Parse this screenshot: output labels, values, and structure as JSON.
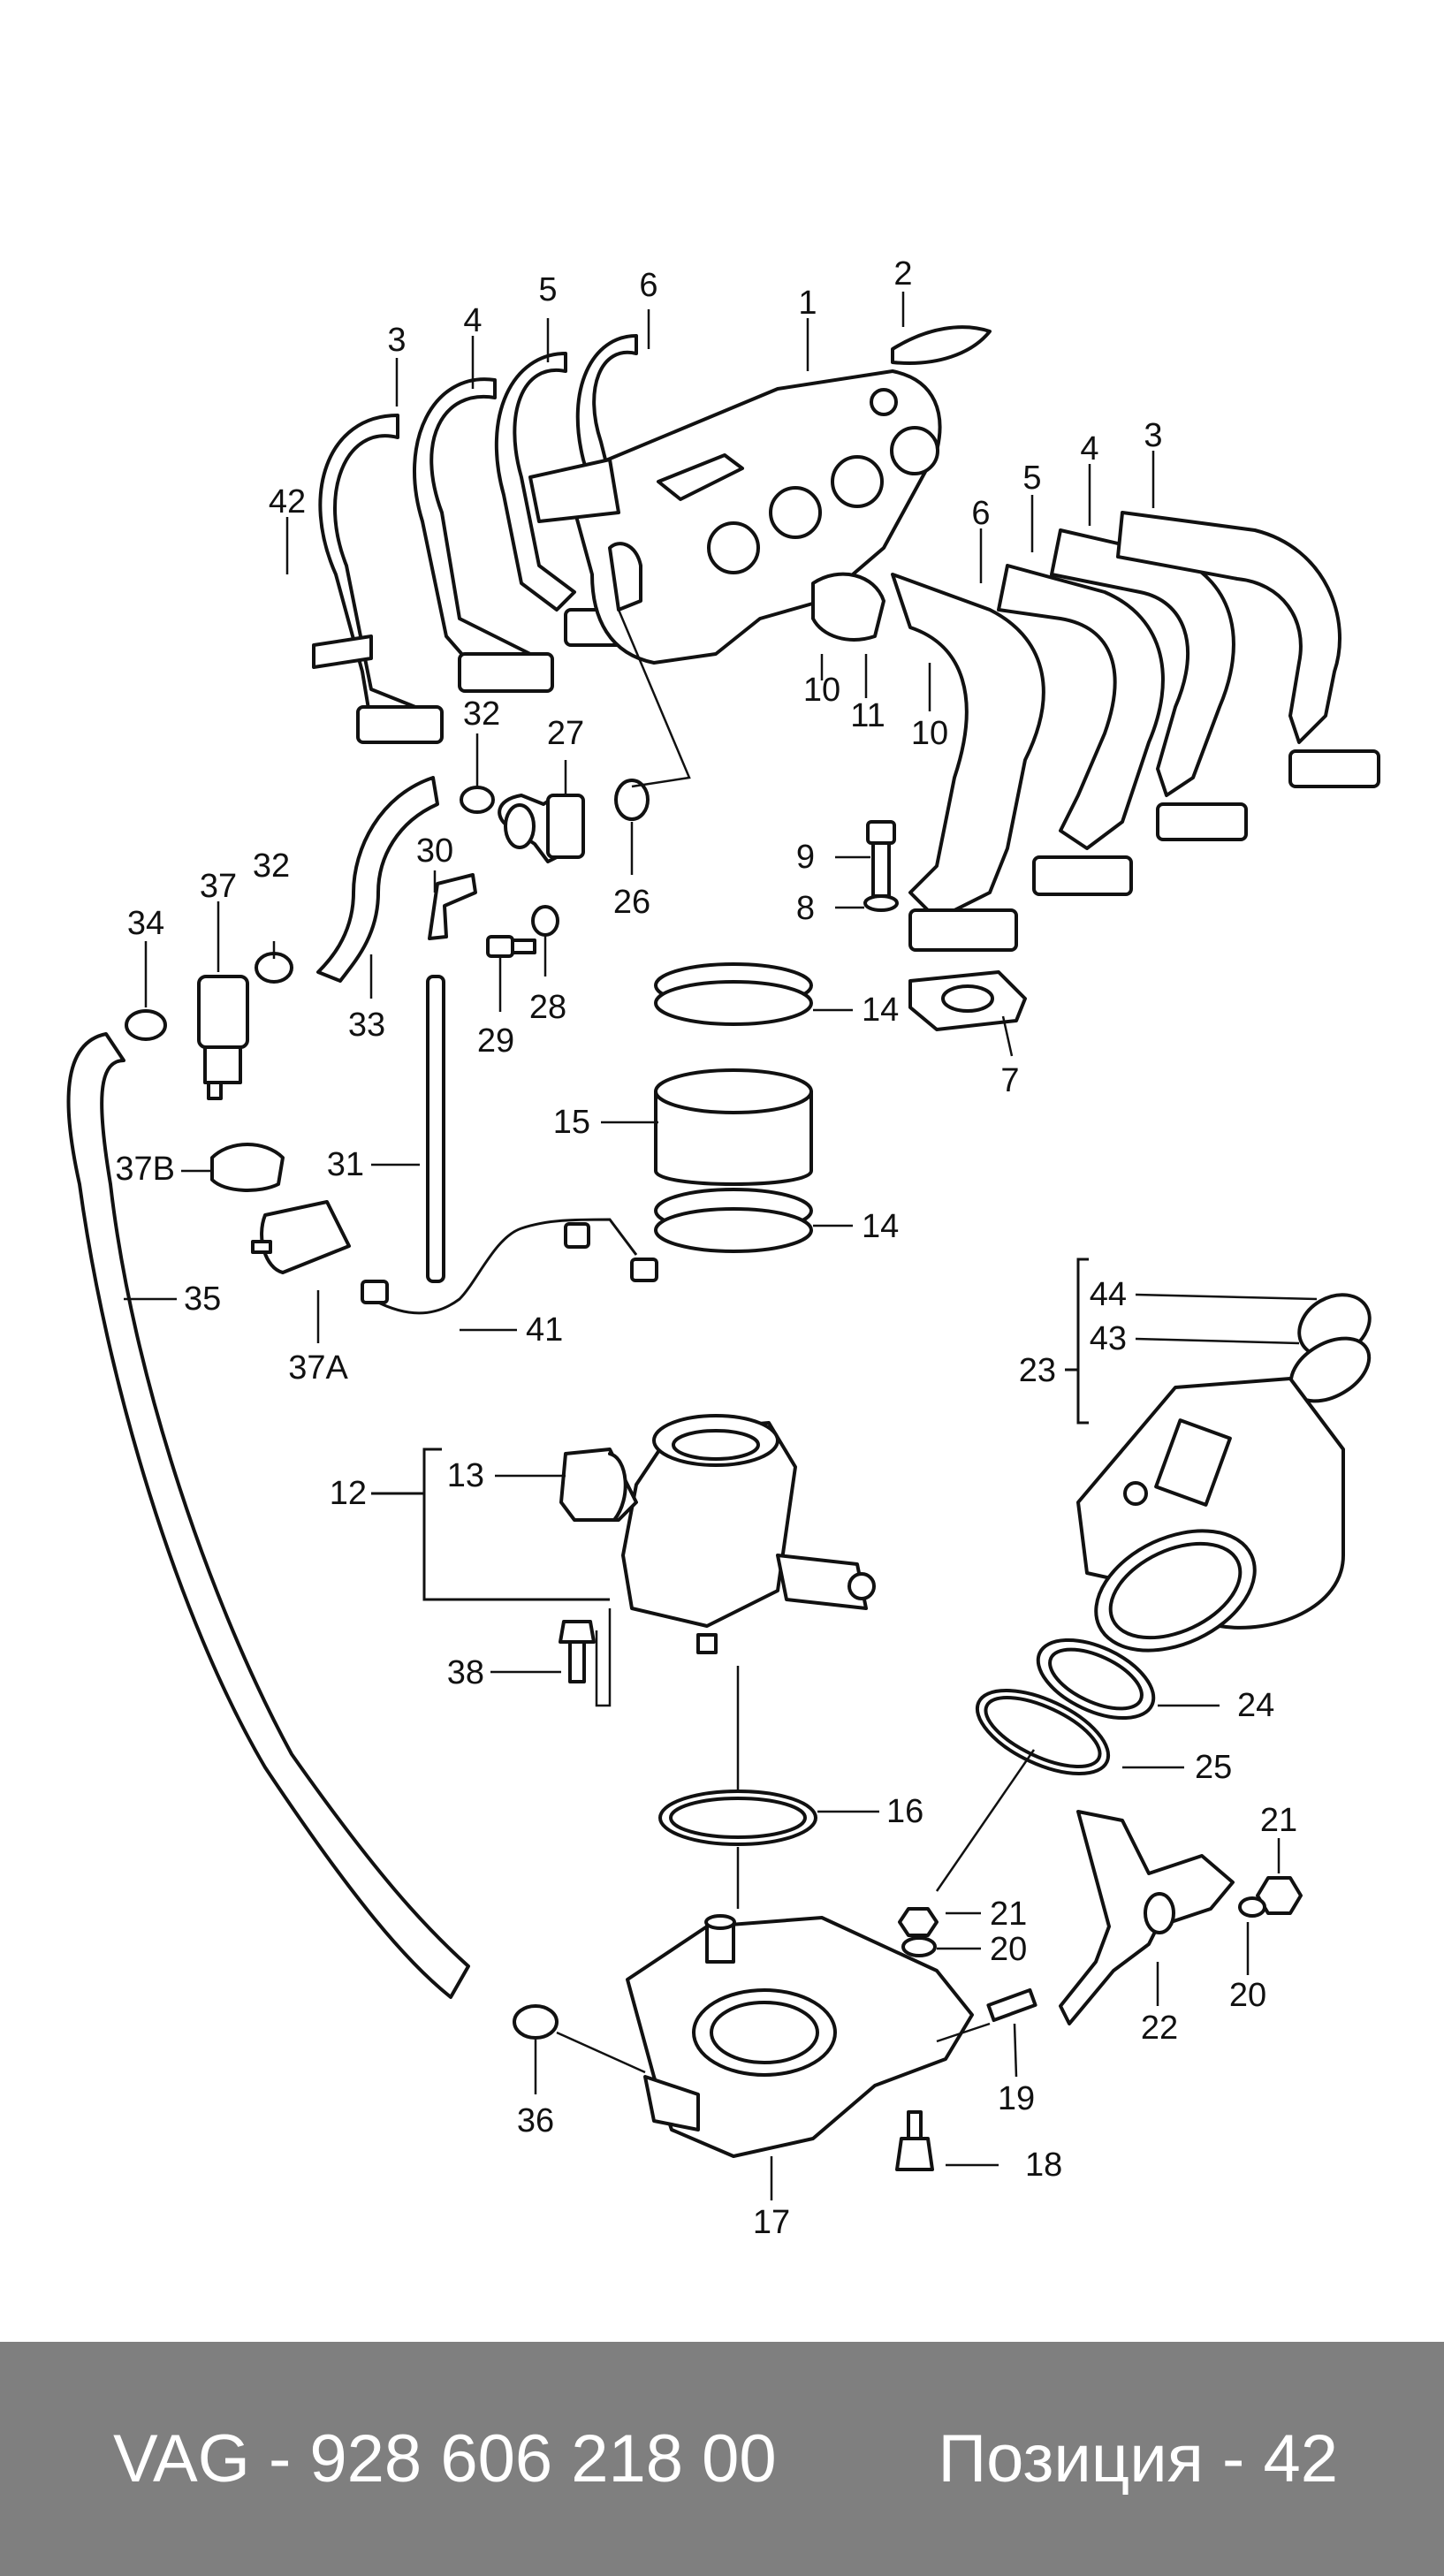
{
  "footer": {
    "part_number": "VAG - 928 606 218 00",
    "position": "Позиция - 42"
  },
  "callouts": {
    "c1": "1",
    "c2": "2",
    "c3a": "3",
    "c3b": "3",
    "c4a": "4",
    "c4b": "4",
    "c5a": "5",
    "c5b": "5",
    "c6a": "6",
    "c6b": "6",
    "c7": "7",
    "c8": "8",
    "c9": "9",
    "c10a": "10",
    "c10b": "10",
    "c11": "11",
    "c12": "12",
    "c13": "13",
    "c14a": "14",
    "c14b": "14",
    "c15": "15",
    "c16": "16",
    "c17": "17",
    "c18": "18",
    "c19": "19",
    "c20a": "20",
    "c20b": "20",
    "c21a": "21",
    "c21b": "21",
    "c22": "22",
    "c23": "23",
    "c24": "24",
    "c25": "25",
    "c26": "26",
    "c27": "27",
    "c28": "28",
    "c29": "29",
    "c30": "30",
    "c31": "31",
    "c32a": "32",
    "c32b": "32",
    "c33": "33",
    "c34": "34",
    "c35": "35",
    "c36": "36",
    "c37": "37",
    "c37a": "37A",
    "c37b": "37B",
    "c38": "38",
    "c41": "41",
    "c42": "42",
    "c43": "43",
    "c44": "44"
  }
}
